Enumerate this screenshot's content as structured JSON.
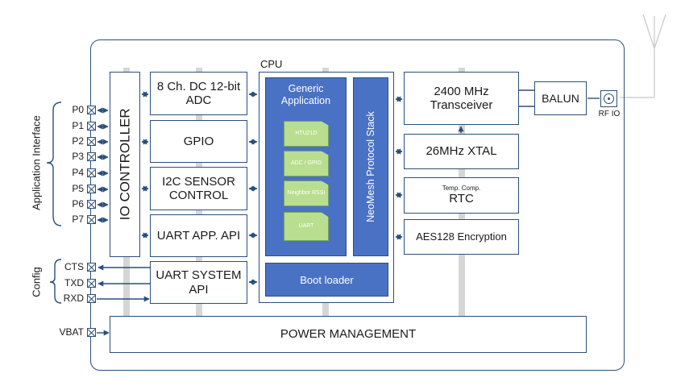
{
  "cpu": {
    "label": "CPU",
    "generic_app": "Generic Application",
    "chips": [
      "HTU21D",
      "ADC / GPIO",
      "Neighbor RSSI",
      "UART"
    ],
    "stack": "NeoMesh Protocol Stack",
    "bootloader": "Boot loader"
  },
  "blocks": {
    "io_controller": "IO CONTROLLER",
    "adc": "8 Ch. DC 12-bit ADC",
    "gpio": "GPIO",
    "i2c": "I2C SENSOR CONTROL",
    "uart_app": "UART APP. API",
    "uart_sys": "UART SYSTEM API",
    "transceiver": "2400 MHz Transceiver",
    "xtal": "26MHz XTAL",
    "rtc_small": "Temp. Comp.",
    "rtc": "RTC",
    "aes": "AES128 Encryption",
    "balun": "BALUN",
    "rfio": "RF IO",
    "power": "POWER MANAGEMENT"
  },
  "groups": {
    "app_interface": "Application Interface",
    "config": "Config"
  },
  "pins": {
    "app": [
      "P0",
      "P1",
      "P2",
      "P3",
      "P4",
      "P5",
      "P6",
      "P7"
    ],
    "config": [
      "CTS",
      "TXD",
      "RXD"
    ],
    "vbat": "VBAT"
  },
  "colors": {
    "border": "#2a4f7c",
    "cpu_block": "#4a72c4",
    "chip": "#b9de8f",
    "bus": "#d6d6d6"
  }
}
